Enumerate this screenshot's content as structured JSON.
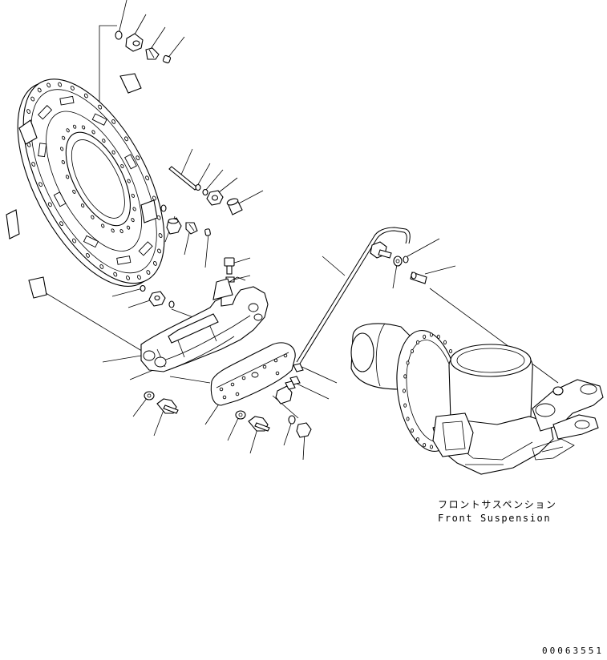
{
  "diagram": {
    "caption_jp": "フロントサスペンション",
    "caption_en": "Front Suspension",
    "drawing_number": "00063551"
  },
  "colors": {
    "ink": "#000000",
    "paper": "#ffffff"
  }
}
